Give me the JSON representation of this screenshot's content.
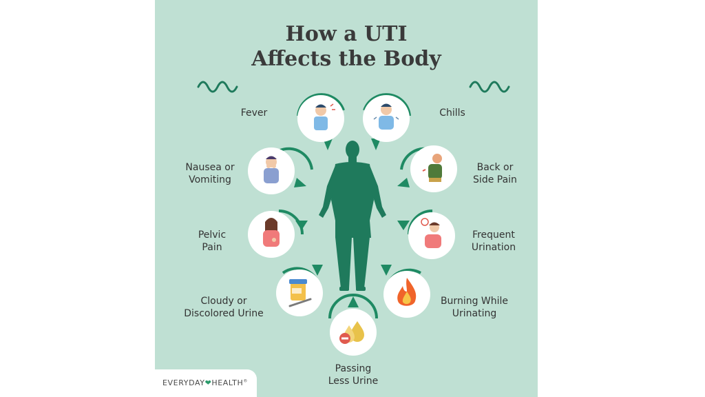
{
  "title": {
    "line1": "How a UTI",
    "line2": "Affects the Body"
  },
  "symptoms": [
    {
      "lines": [
        "Fever"
      ]
    },
    {
      "lines": [
        "Chills"
      ]
    },
    {
      "lines": [
        "Nausea or",
        "Vomiting"
      ]
    },
    {
      "lines": [
        "Back or",
        "Side Pain"
      ]
    },
    {
      "lines": [
        "Pelvic",
        "Pain"
      ]
    },
    {
      "lines": [
        "Frequent",
        "Urination"
      ]
    },
    {
      "lines": [
        "Cloudy or",
        "Discolored Urine"
      ]
    },
    {
      "lines": [
        "Burning While",
        "Urinating"
      ]
    },
    {
      "lines": [
        "Passing",
        "Less Urine"
      ]
    }
  ],
  "logo": {
    "brand_left": "EVERYDAY",
    "brand_right": "HEALTH",
    "mark": "®"
  },
  "colors": {
    "background": "#bfe0d3",
    "accent": "#1f8a63",
    "figure": "#1f7a5c",
    "text": "#333333"
  },
  "icons": [
    "fever-icon",
    "chills-icon",
    "nausea-icon",
    "back-pain-icon",
    "pelvic-pain-icon",
    "frequent-urination-icon",
    "urine-sample-icon",
    "flame-icon",
    "drops-icon"
  ]
}
